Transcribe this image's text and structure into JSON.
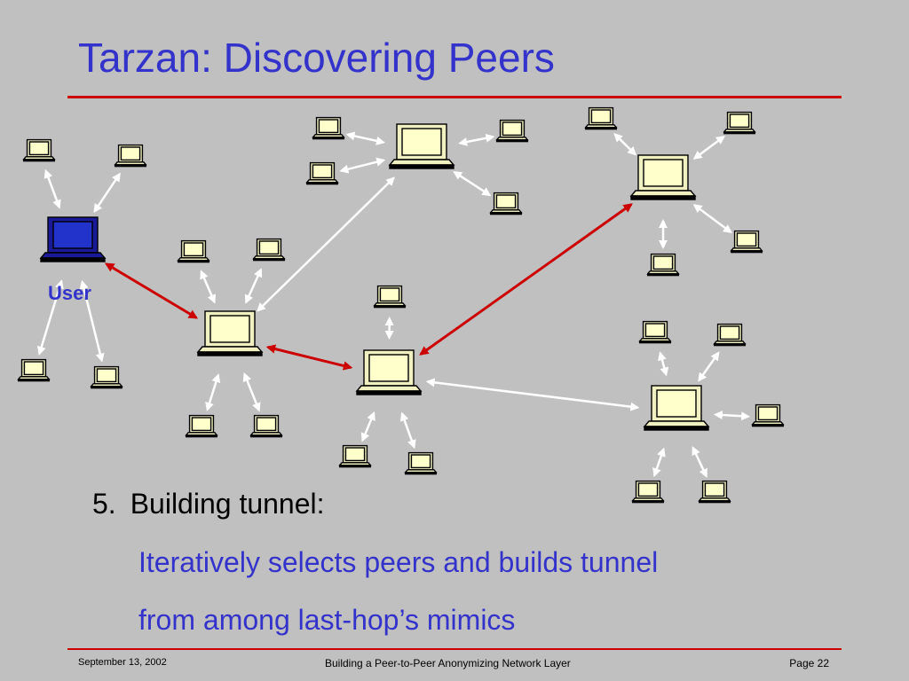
{
  "slide": {
    "title": "Tarzan: Discovering Peers",
    "user_label": "User",
    "step_number": "5.",
    "step_text": "Building tunnel:",
    "detail_line1": "Iteratively selects peers and builds tunnel",
    "detail_line2": "from among last-hop’s mimics"
  },
  "footer": {
    "date": "September 13, 2002",
    "center": "Building a Peer-to-Peer Anonymizing Network Layer",
    "page": "Page 22"
  },
  "colors": {
    "title": "#3333cc",
    "rule": "#cc0000",
    "tunnel_arrow": "#cc0000",
    "mimic_arrow": "#ffffff",
    "user_computer": "#2233cc",
    "peer_computer": "#ffffcc"
  },
  "network": {
    "nodes": [
      {
        "id": "user",
        "role": "user"
      },
      {
        "id": "u_m1",
        "role": "mimic"
      },
      {
        "id": "u_m2",
        "role": "mimic"
      },
      {
        "id": "u_m3",
        "role": "mimic"
      },
      {
        "id": "u_m4",
        "role": "mimic"
      },
      {
        "id": "hop1",
        "role": "tunnel-hop"
      },
      {
        "id": "h1_m1",
        "role": "mimic"
      },
      {
        "id": "h1_m2",
        "role": "mimic"
      },
      {
        "id": "h1_m3",
        "role": "mimic"
      },
      {
        "id": "h1_m4",
        "role": "mimic"
      },
      {
        "id": "top",
        "role": "peer"
      },
      {
        "id": "top_m1",
        "role": "mimic"
      },
      {
        "id": "top_m2",
        "role": "mimic"
      },
      {
        "id": "top_m3",
        "role": "mimic"
      },
      {
        "id": "top_m4",
        "role": "mimic"
      },
      {
        "id": "hop2",
        "role": "tunnel-hop"
      },
      {
        "id": "h2_m1",
        "role": "mimic"
      },
      {
        "id": "h2_m2",
        "role": "mimic"
      },
      {
        "id": "h2_m3",
        "role": "mimic"
      },
      {
        "id": "hop3",
        "role": "tunnel-hop"
      },
      {
        "id": "h3_m1",
        "role": "mimic"
      },
      {
        "id": "h3_m2",
        "role": "mimic"
      },
      {
        "id": "h3_m3",
        "role": "mimic"
      },
      {
        "id": "h3_m4",
        "role": "mimic"
      },
      {
        "id": "rnode",
        "role": "peer"
      },
      {
        "id": "r_m1",
        "role": "mimic"
      },
      {
        "id": "r_m2",
        "role": "mimic"
      },
      {
        "id": "r_m3",
        "role": "mimic"
      },
      {
        "id": "r_m4",
        "role": "mimic"
      },
      {
        "id": "r_m5",
        "role": "mimic"
      }
    ],
    "tunnel_links": [
      [
        "user",
        "hop1"
      ],
      [
        "hop1",
        "hop2"
      ],
      [
        "hop2",
        "hop3"
      ]
    ],
    "mimic_links": [
      [
        "user",
        "u_m1"
      ],
      [
        "user",
        "u_m2"
      ],
      [
        "user",
        "u_m3"
      ],
      [
        "user",
        "u_m4"
      ],
      [
        "hop1",
        "h1_m1"
      ],
      [
        "hop1",
        "h1_m2"
      ],
      [
        "hop1",
        "h1_m3"
      ],
      [
        "hop1",
        "h1_m4"
      ],
      [
        "hop1",
        "top"
      ],
      [
        "top",
        "top_m1"
      ],
      [
        "top",
        "top_m2"
      ],
      [
        "top",
        "top_m3"
      ],
      [
        "top",
        "top_m4"
      ],
      [
        "hop2",
        "h2_m1"
      ],
      [
        "hop2",
        "h2_m2"
      ],
      [
        "hop2",
        "h2_m3"
      ],
      [
        "hop2",
        "rnode"
      ],
      [
        "hop3",
        "h3_m1"
      ],
      [
        "hop3",
        "h3_m2"
      ],
      [
        "hop3",
        "h3_m3"
      ],
      [
        "hop3",
        "h3_m4"
      ],
      [
        "rnode",
        "r_m1"
      ],
      [
        "rnode",
        "r_m2"
      ],
      [
        "rnode",
        "r_m3"
      ],
      [
        "rnode",
        "r_m4"
      ],
      [
        "rnode",
        "r_m5"
      ]
    ]
  }
}
